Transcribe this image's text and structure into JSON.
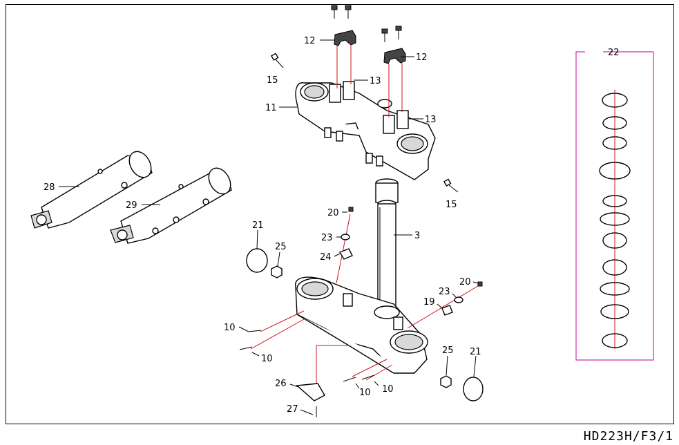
{
  "diagram": {
    "drawing_code": "HD223H/F3/1",
    "kit_group_label": "22",
    "callouts": [
      {
        "id": "c-12a",
        "text": "12"
      },
      {
        "id": "c-12b",
        "text": "12"
      },
      {
        "id": "c-13a",
        "text": "13"
      },
      {
        "id": "c-13b",
        "text": "13"
      },
      {
        "id": "c-15a",
        "text": "15"
      },
      {
        "id": "c-15b",
        "text": "15"
      },
      {
        "id": "c-11",
        "text": "11"
      },
      {
        "id": "c-28",
        "text": "28"
      },
      {
        "id": "c-29",
        "text": "29"
      },
      {
        "id": "c-20a",
        "text": "20"
      },
      {
        "id": "c-20b",
        "text": "20"
      },
      {
        "id": "c-3",
        "text": "3"
      },
      {
        "id": "c-23a",
        "text": "23"
      },
      {
        "id": "c-23b",
        "text": "23"
      },
      {
        "id": "c-24",
        "text": "24"
      },
      {
        "id": "c-21a",
        "text": "21"
      },
      {
        "id": "c-21b",
        "text": "21"
      },
      {
        "id": "c-25a",
        "text": "25"
      },
      {
        "id": "c-25b",
        "text": "25"
      },
      {
        "id": "c-19",
        "text": "19"
      },
      {
        "id": "c-10a",
        "text": "10"
      },
      {
        "id": "c-10b",
        "text": "10"
      },
      {
        "id": "c-10c",
        "text": "10"
      },
      {
        "id": "c-10d",
        "text": "10"
      },
      {
        "id": "c-26",
        "text": "26"
      },
      {
        "id": "c-27",
        "text": "27"
      }
    ]
  }
}
